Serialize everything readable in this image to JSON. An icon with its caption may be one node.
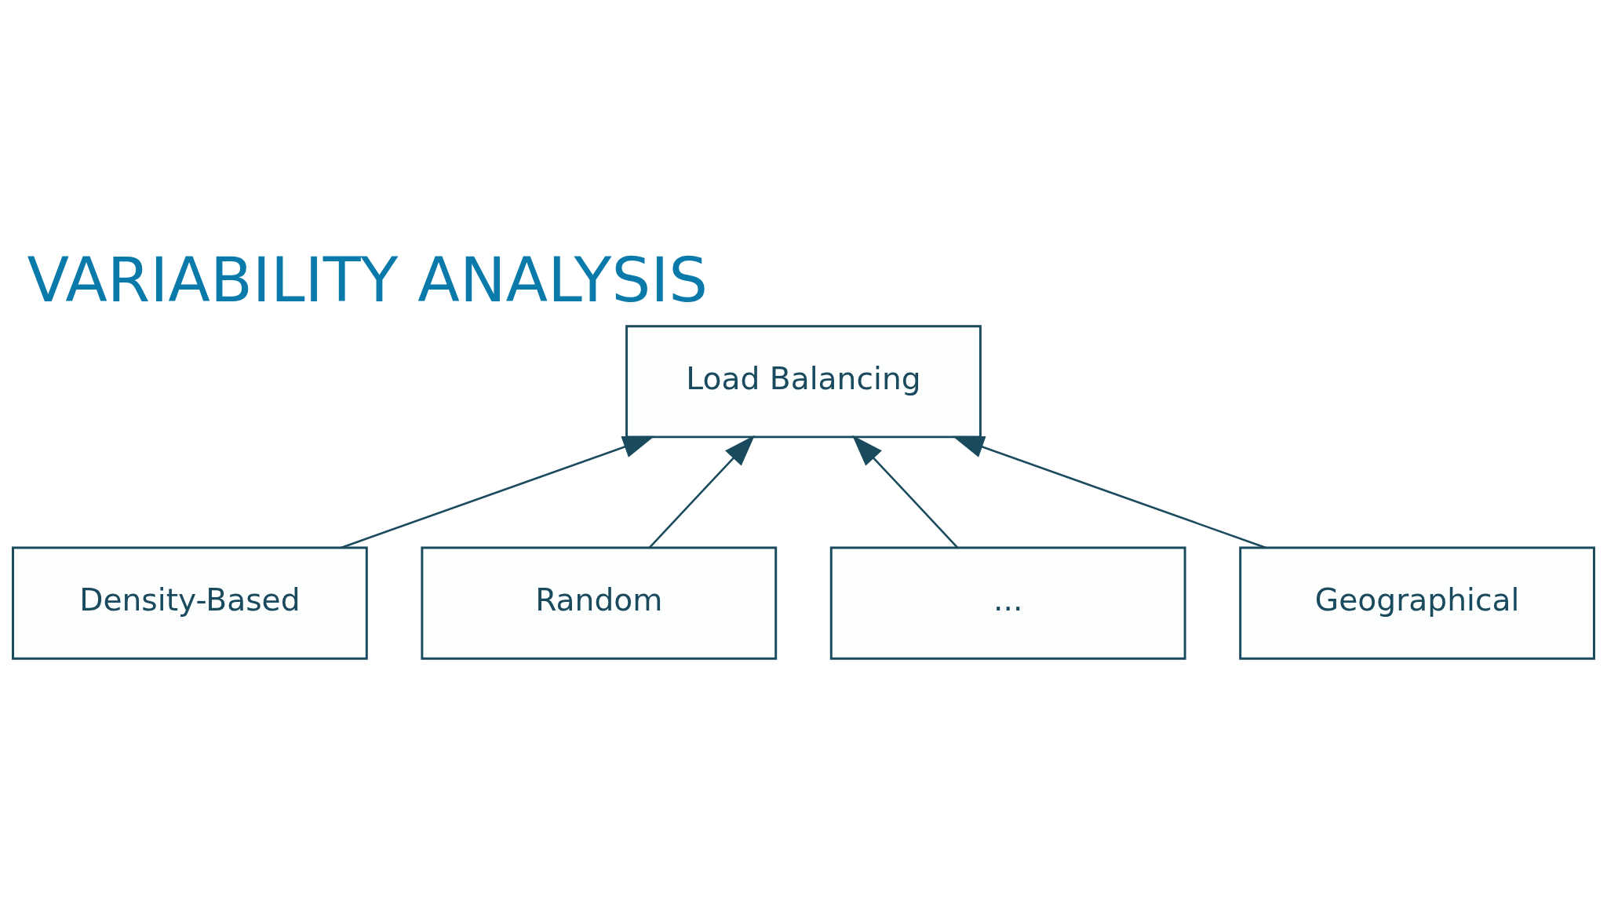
{
  "diagram": {
    "title": "VARIABILITY ANALYSIS",
    "nodes": [
      {
        "text": [
          "Load Balancing"
        ]
      },
      {
        "text": [
          "Density-Based"
        ]
      },
      {
        "text": [
          "Random"
        ]
      },
      {
        "text": [
          "..."
        ]
      },
      {
        "text": [
          "Geographical"
        ]
      }
    ],
    "edges": [
      {
        "from": 1,
        "to": 0,
        "arrow": "to"
      },
      {
        "from": 2,
        "to": 0,
        "arrow": "to"
      },
      {
        "from": 3,
        "to": 0,
        "arrow": "to"
      },
      {
        "from": 4,
        "to": 0,
        "arrow": "to"
      }
    ]
  }
}
